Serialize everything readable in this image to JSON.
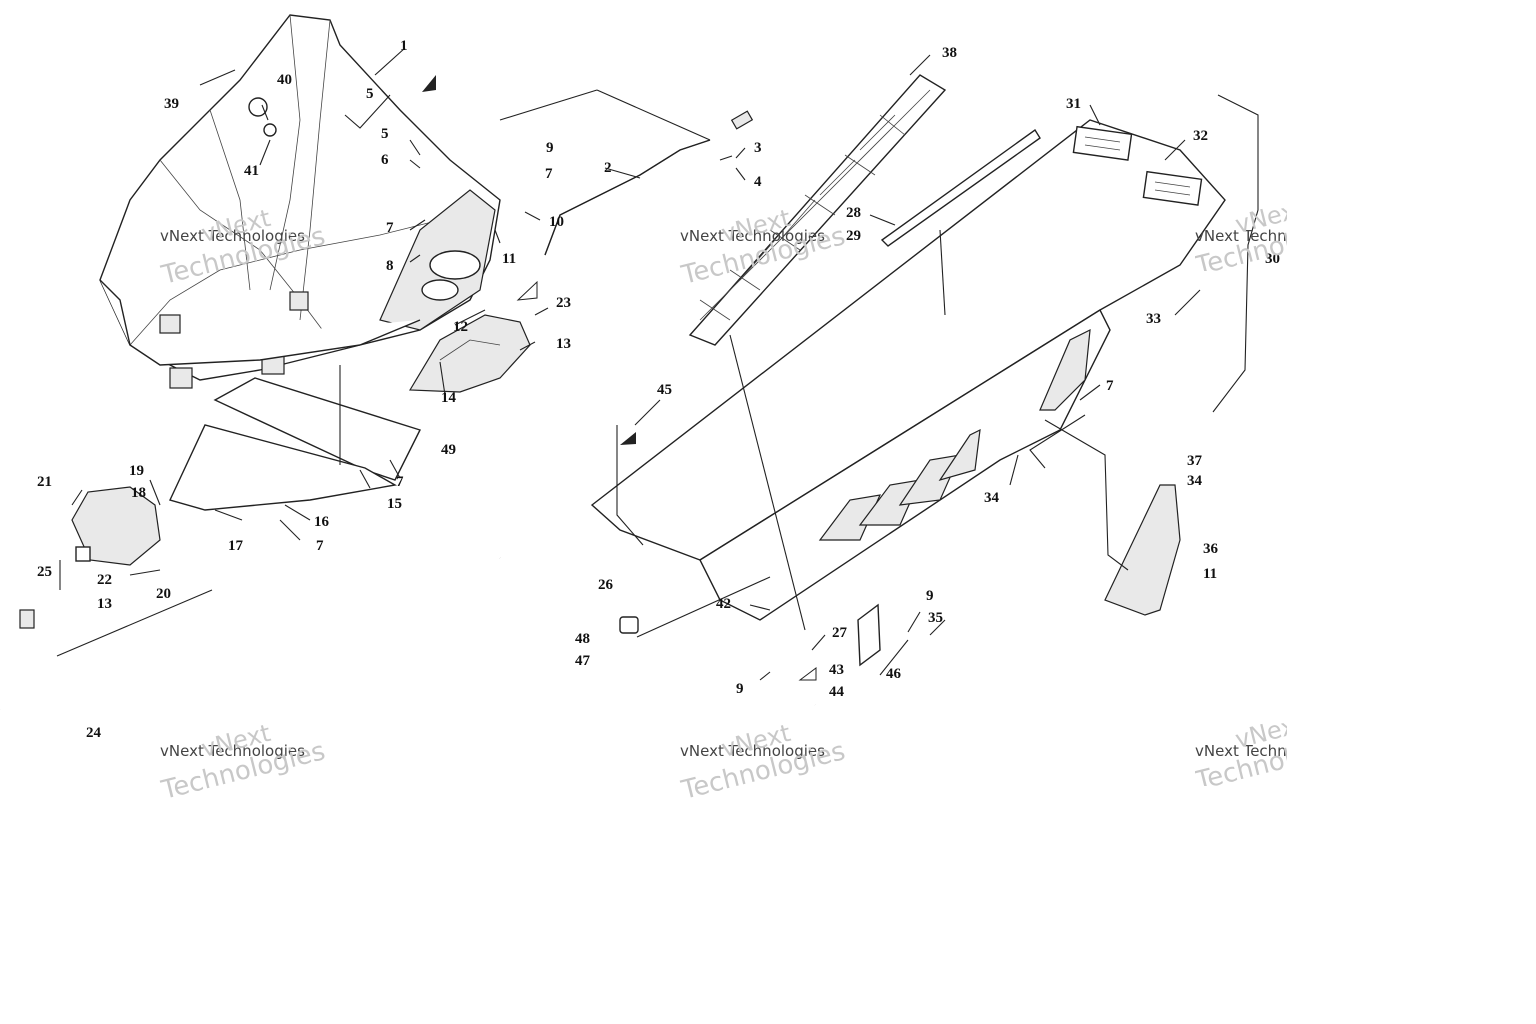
{
  "watermark": {
    "line1": "vNext",
    "line2": "vNext Technologies",
    "line3": "Technologies"
  },
  "callouts": [
    {
      "id": "1",
      "label": "1"
    },
    {
      "id": "2",
      "label": "2"
    },
    {
      "id": "3",
      "label": "3"
    },
    {
      "id": "4",
      "label": "4"
    },
    {
      "id": "5a",
      "label": "5"
    },
    {
      "id": "5b",
      "label": "5"
    },
    {
      "id": "6",
      "label": "6"
    },
    {
      "id": "7a",
      "label": "7"
    },
    {
      "id": "7b",
      "label": "7"
    },
    {
      "id": "7c",
      "label": "7"
    },
    {
      "id": "7d",
      "label": "7"
    },
    {
      "id": "7e",
      "label": "7"
    },
    {
      "id": "8",
      "label": "8"
    },
    {
      "id": "9a",
      "label": "9"
    },
    {
      "id": "9b",
      "label": "9"
    },
    {
      "id": "9c",
      "label": "9"
    },
    {
      "id": "10",
      "label": "10"
    },
    {
      "id": "11a",
      "label": "11"
    },
    {
      "id": "11b",
      "label": "11"
    },
    {
      "id": "12",
      "label": "12"
    },
    {
      "id": "13a",
      "label": "13"
    },
    {
      "id": "13b",
      "label": "13"
    },
    {
      "id": "14",
      "label": "14"
    },
    {
      "id": "15",
      "label": "15"
    },
    {
      "id": "16",
      "label": "16"
    },
    {
      "id": "17",
      "label": "17"
    },
    {
      "id": "18",
      "label": "18"
    },
    {
      "id": "19",
      "label": "19"
    },
    {
      "id": "20",
      "label": "20"
    },
    {
      "id": "21",
      "label": "21"
    },
    {
      "id": "22",
      "label": "22"
    },
    {
      "id": "23",
      "label": "23"
    },
    {
      "id": "24",
      "label": "24"
    },
    {
      "id": "25",
      "label": "25"
    },
    {
      "id": "26",
      "label": "26"
    },
    {
      "id": "27",
      "label": "27"
    },
    {
      "id": "28",
      "label": "28"
    },
    {
      "id": "29",
      "label": "29"
    },
    {
      "id": "30",
      "label": "30"
    },
    {
      "id": "31",
      "label": "31"
    },
    {
      "id": "32",
      "label": "32"
    },
    {
      "id": "33",
      "label": "33"
    },
    {
      "id": "34a",
      "label": "34"
    },
    {
      "id": "34b",
      "label": "34"
    },
    {
      "id": "35",
      "label": "35"
    },
    {
      "id": "36",
      "label": "36"
    },
    {
      "id": "37",
      "label": "37"
    },
    {
      "id": "38",
      "label": "38"
    },
    {
      "id": "39",
      "label": "39"
    },
    {
      "id": "40",
      "label": "40"
    },
    {
      "id": "41",
      "label": "41"
    },
    {
      "id": "42",
      "label": "42"
    },
    {
      "id": "43",
      "label": "43"
    },
    {
      "id": "44",
      "label": "44"
    },
    {
      "id": "45",
      "label": "45"
    },
    {
      "id": "46",
      "label": "46"
    },
    {
      "id": "47",
      "label": "47"
    },
    {
      "id": "48",
      "label": "48"
    },
    {
      "id": "49",
      "label": "49"
    }
  ]
}
